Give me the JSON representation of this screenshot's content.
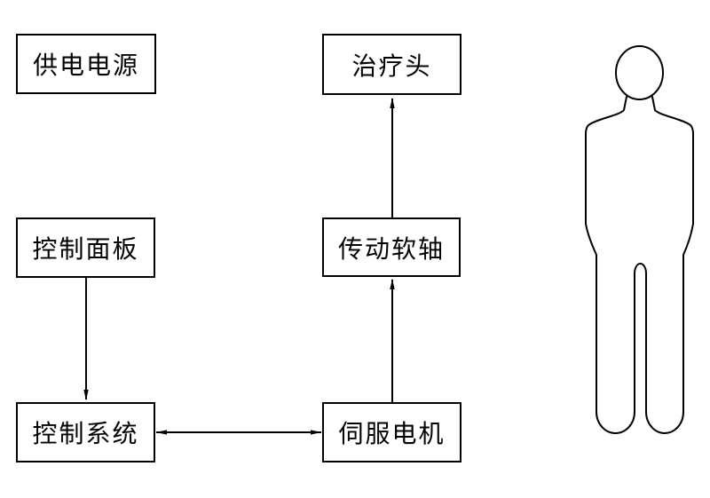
{
  "diagram": {
    "colors": {
      "line": "#000000",
      "background": "#ffffff"
    },
    "boxes": {
      "power_supply": {
        "label": "供电电源"
      },
      "control_panel": {
        "label": "控制面板"
      },
      "control_system": {
        "label": "控制系统"
      },
      "treatment_head": {
        "label": "治疗头"
      },
      "drive_shaft": {
        "label": "传动软轴"
      },
      "servo_motor": {
        "label": "伺服电机"
      }
    },
    "connectors": [
      {
        "from": "control_panel",
        "to": "control_system",
        "direction": "down"
      },
      {
        "from": "control_system",
        "to": "servo_motor",
        "direction": "bidirectional"
      },
      {
        "from": "servo_motor",
        "to": "drive_shaft",
        "direction": "up"
      },
      {
        "from": "drive_shaft",
        "to": "treatment_head",
        "direction": "up"
      }
    ],
    "figure": {
      "kind": "human-body-outline"
    }
  }
}
